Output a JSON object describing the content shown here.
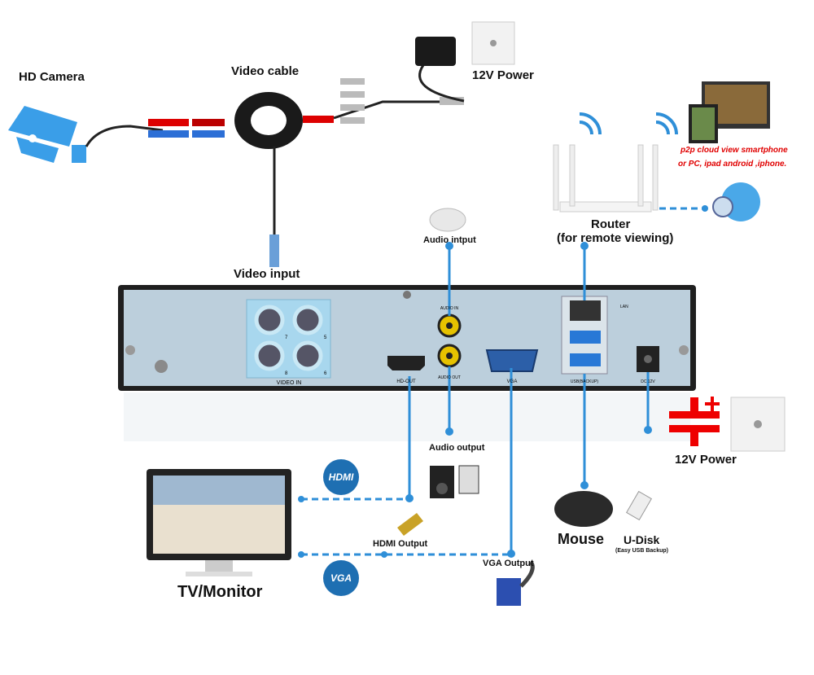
{
  "labels": {
    "hd_camera": "HD Camera",
    "video_cable": "Video cable",
    "power_top": "12V Power",
    "p2p_line1": "p2p cloud  view smartphone",
    "p2p_line2": "or PC, ipad android ,iphone.",
    "router": "Router",
    "router_sub": "(for remote viewing)",
    "audio_input": "Audio intput",
    "video_input": "Video input",
    "audio_output": "Audio output",
    "power_right": "12V Power",
    "hdmi_output": "HDMI Output",
    "vga_output": "VGA Output",
    "mouse": "Mouse",
    "udisk": "U-Disk",
    "udisk_sub": "(Easy USB Backup)",
    "tv_monitor": "TV/Monitor"
  },
  "badges": {
    "hdmi": "HDMI",
    "vga": "VGA"
  },
  "panel": {
    "video_in": "VIDEO IN",
    "audio_in": "AUDIO IN",
    "audio_out": "AUDIO OUT",
    "hd_out": "HD-OUT",
    "vga": "VGA",
    "lan": "LAN",
    "usb": "USB(BACKUP)",
    "dc": "DC 12V",
    "bnc_numbers": [
      "7",
      "5",
      "8",
      "6"
    ]
  },
  "colors": {
    "line": "#2f8fd8",
    "badge": "#1e6fb2",
    "panel": "#b7cbd9",
    "camera": "#3a9ee8"
  }
}
